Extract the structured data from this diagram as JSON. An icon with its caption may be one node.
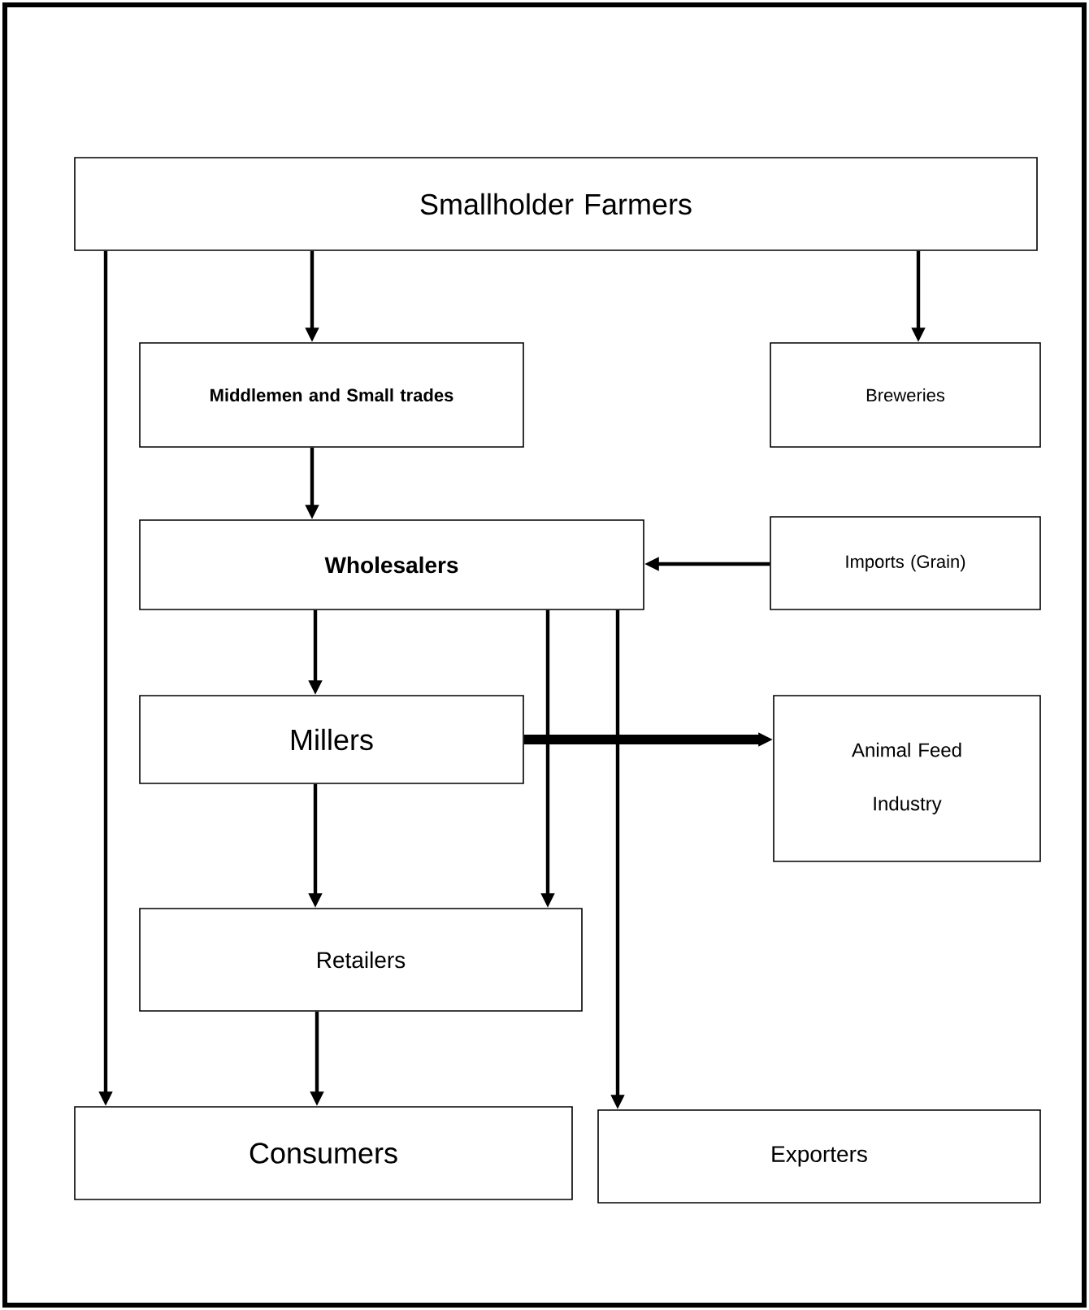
{
  "diagram": {
    "nodes": [
      {
        "text": [
          "Smallholder Farmers"
        ]
      },
      {
        "text": [
          "Middlemen and Small trades"
        ]
      },
      {
        "text": [
          "Breweries"
        ]
      },
      {
        "text": [
          "Wholesalers"
        ]
      },
      {
        "text": [
          "Imports (Grain)"
        ]
      },
      {
        "text": [
          "Millers"
        ]
      },
      {
        "text": [
          "Animal Feed Industry"
        ]
      },
      {
        "text": [
          "Retailers"
        ]
      },
      {
        "text": [
          "Consumers"
        ]
      },
      {
        "text": [
          "Exporters"
        ]
      }
    ],
    "edges": [
      {
        "from": 0,
        "to": 1,
        "arrow": "to"
      },
      {
        "from": 0,
        "to": 2,
        "arrow": "to"
      },
      {
        "from": 0,
        "to": 8,
        "arrow": "to"
      },
      {
        "from": 1,
        "to": 3,
        "arrow": "to"
      },
      {
        "from": 4,
        "to": 3,
        "arrow": "to"
      },
      {
        "from": 3,
        "to": 5,
        "arrow": "to"
      },
      {
        "from": 3,
        "to": 7,
        "arrow": "to"
      },
      {
        "from": 3,
        "to": 9,
        "arrow": "to"
      },
      {
        "from": 5,
        "to": 6,
        "arrow": "to",
        "style": "thick"
      },
      {
        "from": 5,
        "to": 7,
        "arrow": "to"
      },
      {
        "from": 7,
        "to": 8,
        "arrow": "to"
      }
    ]
  }
}
